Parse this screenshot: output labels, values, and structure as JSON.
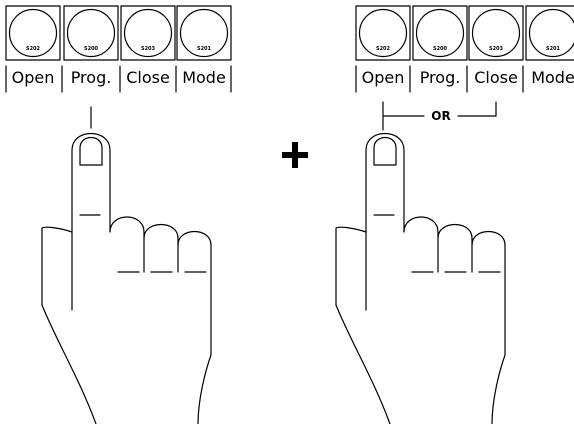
{
  "colors": {
    "ink": "#000000",
    "background": "#ffffff"
  },
  "left_panel": {
    "buttons": [
      {
        "code": "S202",
        "label": "Open"
      },
      {
        "code": "S200",
        "label": "Prog."
      },
      {
        "code": "S203",
        "label": "Close"
      },
      {
        "code": "S201",
        "label": "Mode"
      }
    ],
    "pressed": "Prog."
  },
  "plus_symbol": "+",
  "right_panel": {
    "buttons": [
      {
        "code": "S202",
        "label": "Open"
      },
      {
        "code": "S200",
        "label": "Prog."
      },
      {
        "code": "S203",
        "label": "Close"
      },
      {
        "code": "S201",
        "label": "Mode"
      }
    ],
    "pressed": [
      "Open",
      "Close"
    ],
    "or_label": "OR"
  },
  "icons": [
    "pointing-hand-icon",
    "pointing-hand-icon",
    "plus-icon"
  ]
}
